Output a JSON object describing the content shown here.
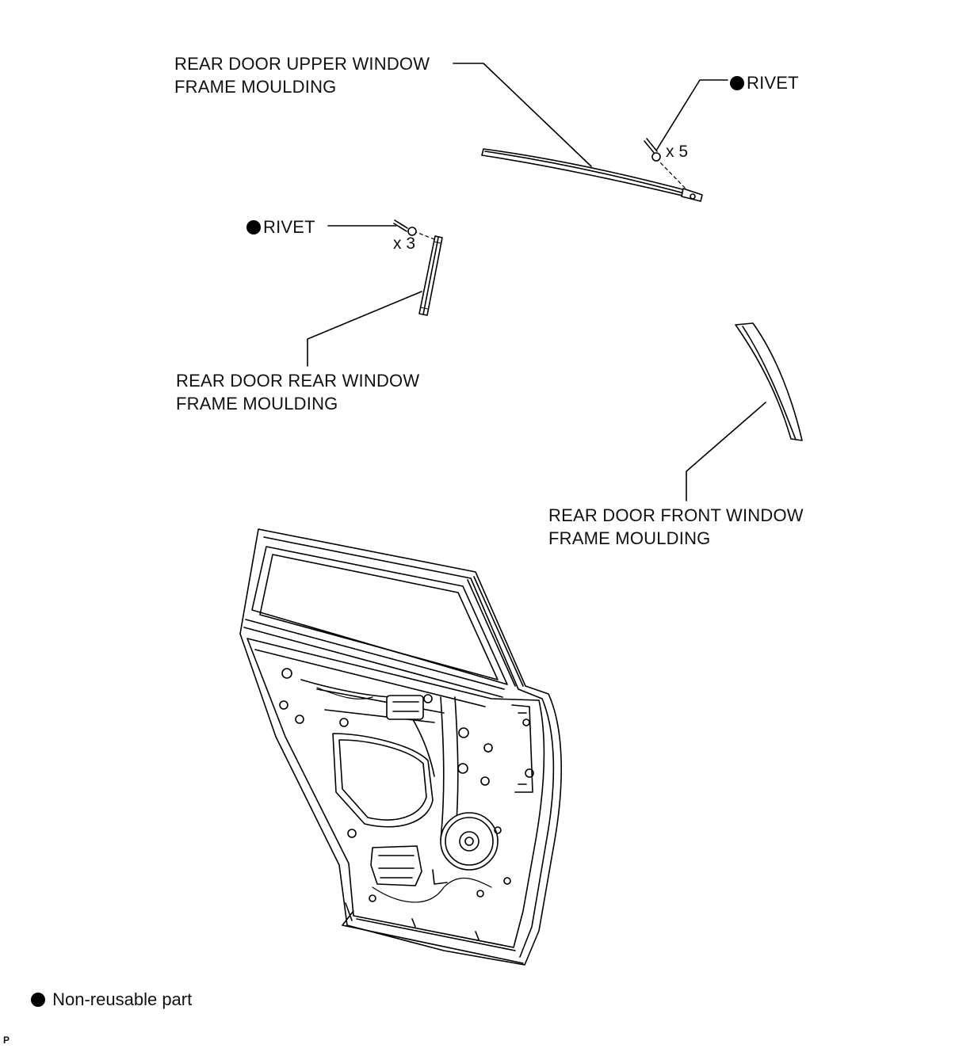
{
  "labels": {
    "upper_moulding": [
      "REAR DOOR UPPER WINDOW",
      "FRAME MOULDING"
    ],
    "rear_moulding": [
      "REAR DOOR REAR WINDOW",
      "FRAME MOULDING"
    ],
    "front_moulding": [
      "REAR DOOR FRONT WINDOW",
      "FRAME MOULDING"
    ],
    "rivet_upper": "RIVET",
    "rivet_rear": "RIVET",
    "qty_upper": "x 5",
    "qty_rear": "x 3"
  },
  "legend": {
    "symbol": "non-reusable-dot",
    "text": "Non-reusable part"
  },
  "code": "P",
  "colors": {
    "ink": "#000000",
    "background": "#ffffff"
  }
}
